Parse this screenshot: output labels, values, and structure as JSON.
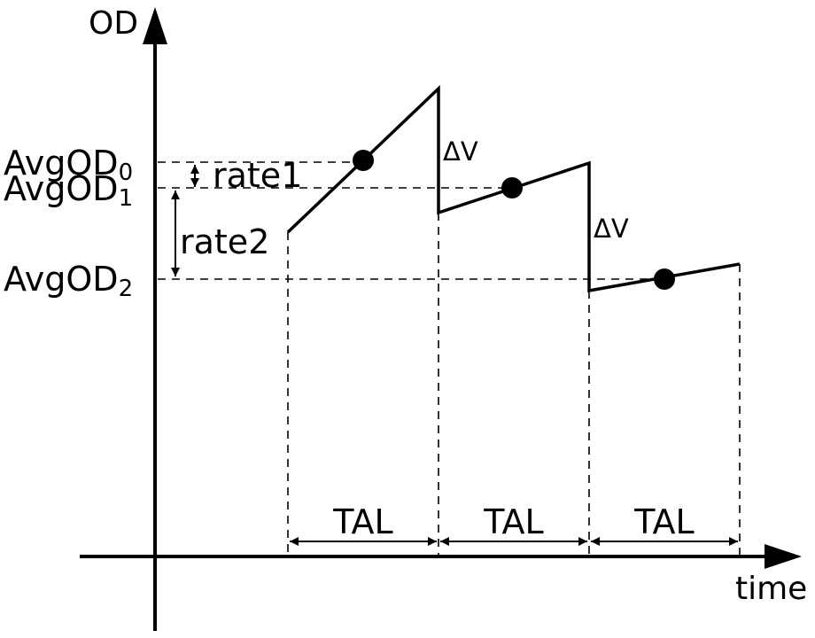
{
  "axes": {
    "y_label": "OD",
    "x_label": "time"
  },
  "levels": {
    "avg_od_0": {
      "base": "AvgOD",
      "sub": "0"
    },
    "avg_od_1": {
      "base": "AvgOD",
      "sub": "1"
    },
    "avg_od_2": {
      "base": "AvgOD",
      "sub": "2"
    }
  },
  "rates": {
    "rate1": "rate1",
    "rate2": "rate2"
  },
  "jumps": {
    "first": "ΔV",
    "second": "ΔV"
  },
  "intervals": [
    "TAL",
    "TAL",
    "TAL"
  ],
  "colors": {
    "ink": "#000000",
    "background": "#ffffff"
  }
}
